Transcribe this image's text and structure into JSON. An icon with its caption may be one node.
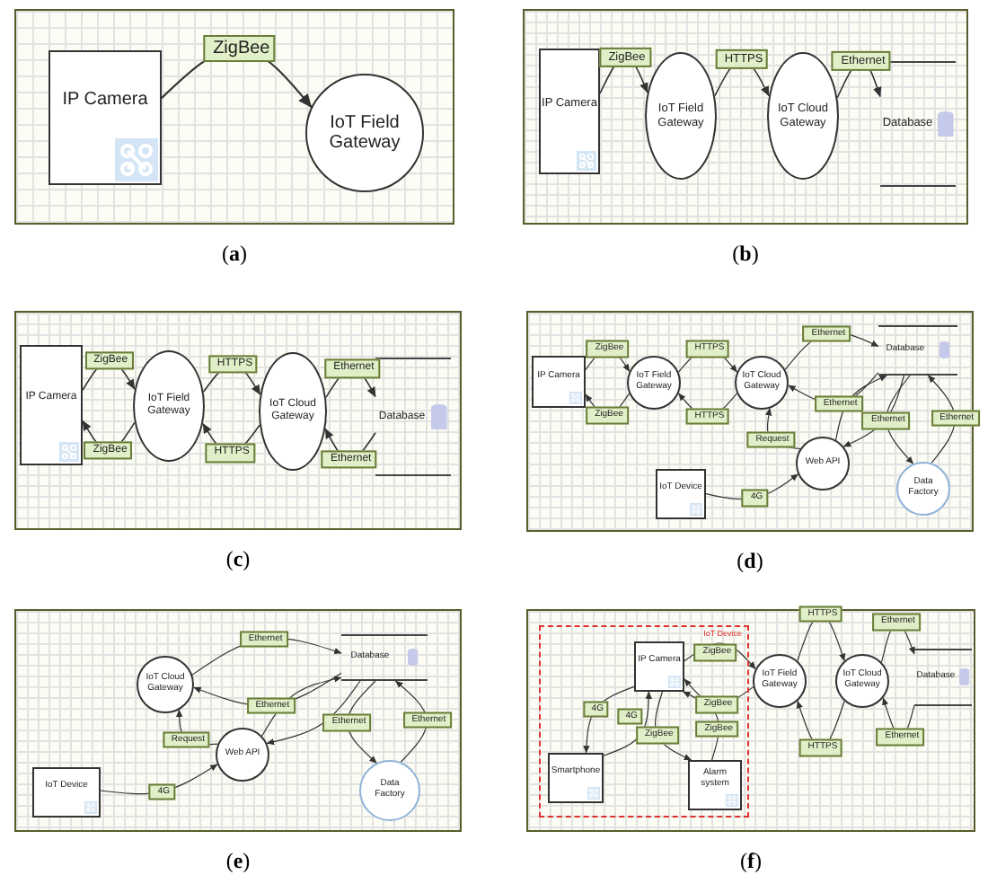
{
  "diagram": {
    "nodes": [
      {
        "text": [],
        "shape": "box",
        "beside": [
          "(**a**)"
        ]
      },
      {
        "text": [
          "IP Camera"
        ],
        "in": 0
      },
      {
        "text": [
          "IoT Field Gateway"
        ],
        "in": 0
      },
      {
        "text": [],
        "shape": "box",
        "beside": [
          "(**b**)"
        ]
      },
      {
        "text": [
          "IP Camera"
        ],
        "in": 3
      },
      {
        "text": [
          "IoT Field Gateway"
        ],
        "in": 3
      },
      {
        "text": [
          "IoT Cloud Gateway"
        ],
        "in": 3
      },
      {
        "text": [
          "Database"
        ],
        "in": 3
      },
      {
        "text": [],
        "shape": "box",
        "beside": [
          "(**c**)"
        ]
      },
      {
        "text": [
          "IP Camera"
        ],
        "in": 8
      },
      {
        "text": [
          "IoT Field Gateway"
        ],
        "in": 8
      },
      {
        "text": [
          "IoT Cloud Gateway"
        ],
        "in": 8
      },
      {
        "text": [
          "Database"
        ],
        "in": 8
      },
      {
        "text": [],
        "shape": "box",
        "beside": [
          "(**d**)"
        ]
      },
      {
        "text": [
          "IP Camera"
        ],
        "in": 13
      },
      {
        "text": [
          "IoT Field Gateway"
        ],
        "in": 13
      },
      {
        "text": [
          "IoT Cloud Gateway"
        ],
        "in": 13
      },
      {
        "text": [
          "Database"
        ],
        "in": 13
      },
      {
        "text": [
          "Web API"
        ],
        "in": 13
      },
      {
        "text": [
          "IoT Device"
        ],
        "in": 13
      },
      {
        "text": [
          "Data Factory"
        ],
        "in": 13
      },
      {
        "text": [],
        "shape": "box",
        "beside": [
          "(**e**)"
        ]
      },
      {
        "text": [
          "IoT Cloud Gateway"
        ],
        "in": 21
      },
      {
        "text": [
          "Database"
        ],
        "in": 21
      },
      {
        "text": [
          "Web API"
        ],
        "in": 21
      },
      {
        "text": [
          "IoT Device"
        ],
        "in": 21
      },
      {
        "text": [
          "Data Factory"
        ],
        "in": 21
      },
      {
        "text": [],
        "shape": "box",
        "beside": [
          "(**f**)"
        ]
      },
      {
        "text": [
          "IoT Device"
        ],
        "in": 27
      },
      {
        "text": [
          "IP Camera"
        ],
        "in": 28
      },
      {
        "text": [
          "Smartphone"
        ],
        "in": 28
      },
      {
        "text": [
          "Alarm system"
        ],
        "in": 28
      },
      {
        "text": [
          "IoT Field Gateway"
        ],
        "in": 27
      },
      {
        "text": [
          "IoT Cloud Gateway"
        ],
        "in": 27
      },
      {
        "text": [
          "Database"
        ],
        "in": 27
      }
    ],
    "edges": [
      {
        "from": 1,
        "to": 2,
        "arrow": "to",
        "label": "ZigBee"
      },
      {
        "from": 4,
        "to": 5,
        "arrow": "to",
        "label": "ZigBee"
      },
      {
        "from": 5,
        "to": 6,
        "arrow": "to",
        "label": "HTTPS"
      },
      {
        "from": 6,
        "to": 7,
        "arrow": "to",
        "label": "Ethernet"
      },
      {
        "from": 9,
        "to": 10,
        "arrow": "to",
        "label": "ZigBee"
      },
      {
        "from": 10,
        "to": 9,
        "arrow": "to",
        "label": "ZigBee"
      },
      {
        "from": 10,
        "to": 11,
        "arrow": "to",
        "label": "HTTPS"
      },
      {
        "from": 11,
        "to": 10,
        "arrow": "to",
        "label": "HTTPS"
      },
      {
        "from": 11,
        "to": 12,
        "arrow": "to",
        "label": "Ethernet"
      },
      {
        "from": 12,
        "to": 11,
        "arrow": "to",
        "label": "Ethernet"
      },
      {
        "from": 14,
        "to": 15,
        "arrow": "to",
        "label": "ZigBee"
      },
      {
        "from": 15,
        "to": 14,
        "arrow": "to",
        "label": "ZigBee"
      },
      {
        "from": 15,
        "to": 16,
        "arrow": "to",
        "label": "HTTPS"
      },
      {
        "from": 16,
        "to": 15,
        "arrow": "to",
        "label": "HTTPS"
      },
      {
        "from": 16,
        "to": 17,
        "arrow": "to",
        "label": "Ethernet"
      },
      {
        "from": 17,
        "to": 16,
        "arrow": "to",
        "label": "Ethernet"
      },
      {
        "from": 18,
        "to": 16,
        "arrow": "to",
        "label": "Request"
      },
      {
        "from": 19,
        "to": 18,
        "arrow": "to",
        "label": "4G"
      },
      {
        "from": 18,
        "to": 17,
        "arrow": "to"
      },
      {
        "from": 17,
        "to": 18,
        "arrow": "to"
      },
      {
        "from": 17,
        "to": 20,
        "arrow": "to",
        "label": "Ethernet"
      },
      {
        "from": 20,
        "to": 17,
        "arrow": "to",
        "label": "Ethernet"
      },
      {
        "from": 22,
        "to": 23,
        "arrow": "to",
        "label": "Ethernet"
      },
      {
        "from": 23,
        "to": 22,
        "arrow": "to",
        "label": "Ethernet"
      },
      {
        "from": 24,
        "to": 22,
        "arrow": "to",
        "label": "Request"
      },
      {
        "from": 25,
        "to": 24,
        "arrow": "to",
        "label": "4G"
      },
      {
        "from": 24,
        "to": 23,
        "arrow": "to"
      },
      {
        "from": 23,
        "to": 24,
        "arrow": "to"
      },
      {
        "from": 23,
        "to": 26,
        "arrow": "to",
        "label": "Ethernet"
      },
      {
        "from": 26,
        "to": 23,
        "arrow": "to",
        "label": "Ethernet"
      },
      {
        "from": 29,
        "to": 30,
        "arrow": "to",
        "label": "4G"
      },
      {
        "from": 30,
        "to": 29,
        "arrow": "to",
        "label": "4G"
      },
      {
        "from": 29,
        "to": 31,
        "arrow": "to",
        "label": "ZigBee"
      },
      {
        "from": 31,
        "to": 29,
        "arrow": "to",
        "label": "ZigBee"
      },
      {
        "from": 29,
        "to": 32,
        "arrow": "to",
        "label": "ZigBee"
      },
      {
        "from": 32,
        "to": 29,
        "arrow": "to",
        "label": "ZigBee"
      },
      {
        "from": 32,
        "to": 33,
        "arrow": "to",
        "label": "HTTPS"
      },
      {
        "from": 33,
        "to": 32,
        "arrow": "to",
        "label": "HTTPS"
      },
      {
        "from": 33,
        "to": 34,
        "arrow": "to",
        "label": "Ethernet"
      },
      {
        "from": 34,
        "to": 33,
        "arrow": "to",
        "label": "Ethernet"
      }
    ]
  }
}
